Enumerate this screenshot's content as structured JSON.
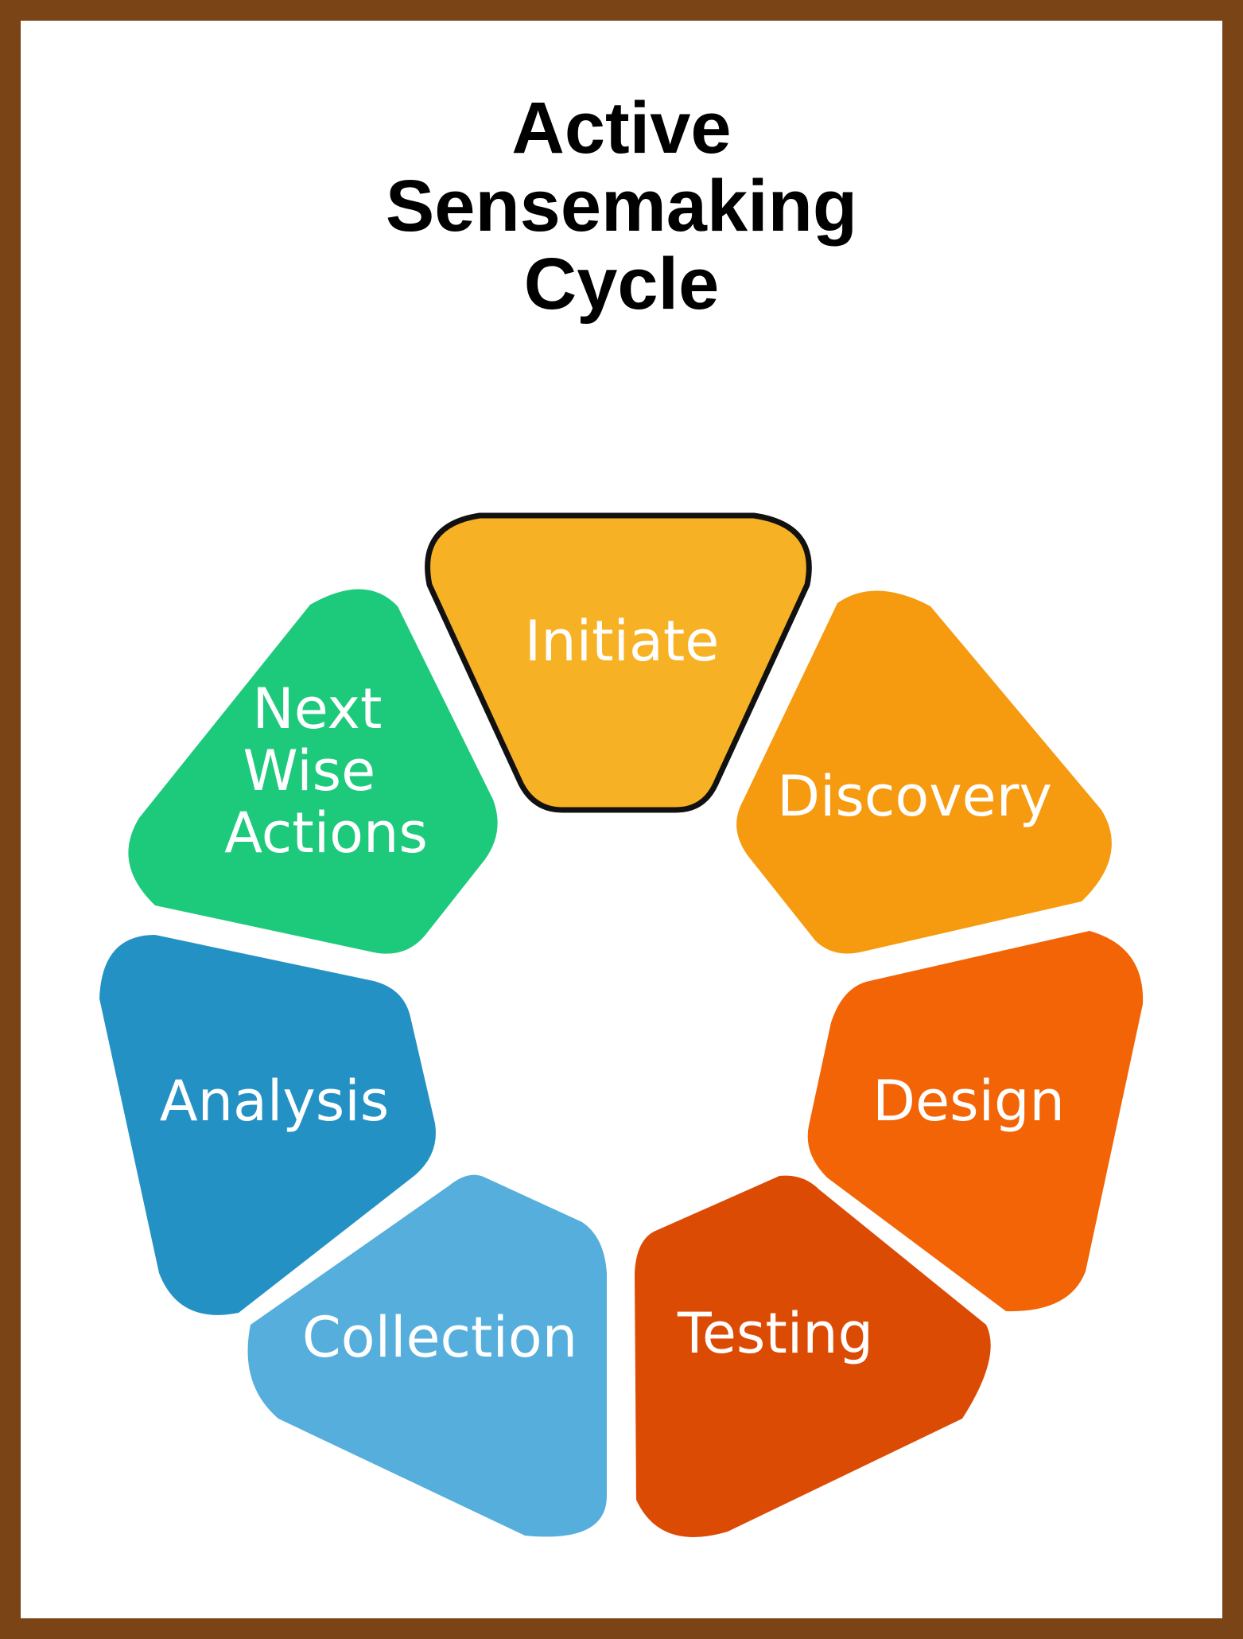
{
  "title": {
    "line1": "Active",
    "line2": "Sensemaking",
    "line3": "Cycle"
  },
  "colors": {
    "frame": "#7a4416",
    "initiate": "#f7b124",
    "discovery": "#f69a10",
    "design": "#f26406",
    "testing": "#dc4b04",
    "collection": "#55aedb",
    "analysis": "#2491c4",
    "next_wise_actions": "#1dca7c"
  },
  "segments": {
    "initiate": {
      "label": "Initiate"
    },
    "discovery": {
      "label": "Discovery"
    },
    "design": {
      "label": "Design"
    },
    "testing": {
      "label": "Testing"
    },
    "collection": {
      "label": "Collection"
    },
    "analysis": {
      "label": "Analysis"
    },
    "next_wise_actions": {
      "line1": "Next",
      "line2": "Wise",
      "line3": "Actions"
    }
  }
}
